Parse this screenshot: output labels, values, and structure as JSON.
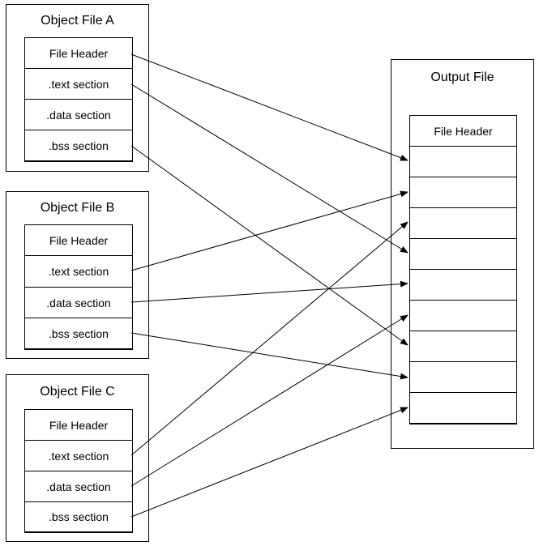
{
  "object_files": [
    {
      "title": "Object File A",
      "sections": [
        "File Header",
        ".text section",
        ".data section",
        ".bss section"
      ]
    },
    {
      "title": "Object File B",
      "sections": [
        "File Header",
        ".text section",
        ".data section",
        ".bss section"
      ]
    },
    {
      "title": "Object File C",
      "sections": [
        "File Header",
        ".text section",
        ".data section",
        ".bss section"
      ]
    }
  ],
  "output_file": {
    "title": "Output File",
    "header": "File Header",
    "slots": [
      "",
      "",
      "",
      "",
      "",
      "",
      "",
      "",
      ""
    ]
  }
}
